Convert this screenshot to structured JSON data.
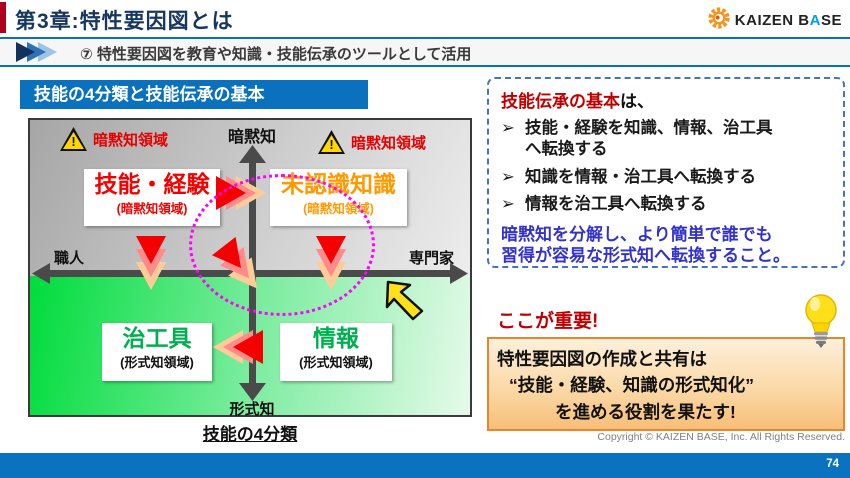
{
  "header": {
    "title": "第3章:特性要因図とは",
    "logo": {
      "part1": "KAIZEN B",
      "accent_letter": "A",
      "part2": "SE"
    }
  },
  "banner": {
    "text": "⑦ 特性要因図を教育や知識・技能伝承のツールとして活用"
  },
  "diagram": {
    "title": "技能の4分類と技能伝承の基本",
    "caption": "技能の4分類",
    "axis": {
      "top": "暗黙知",
      "bottom": "形式知",
      "left": "職人",
      "right": "専門家"
    },
    "warning": {
      "mark": "!",
      "left_label": "暗黙知領域",
      "right_label": "暗黙知領域"
    },
    "quadrants": {
      "skill": {
        "title": "技能・経験",
        "subtitle": "(暗黙知領域)"
      },
      "unrecognized": {
        "title": "未認識知識",
        "subtitle": "(暗黙知領域)"
      },
      "jigs": {
        "title": "治工具",
        "subtitle": "(形式知領域)"
      },
      "information": {
        "title": "情報",
        "subtitle": "(形式知領域)"
      }
    }
  },
  "info_box": {
    "lead_red": "技能伝承の基本",
    "lead_rest": "は、",
    "bullet_char": "➢",
    "bullets": [
      "技能・経験を知識、情報、治工具\nへ転換する",
      "知識を情報・治工具へ転換する",
      "情報を治工具へ転換する"
    ],
    "note": "暗黙知を分解し、より簡単で誰でも\n習得が容易な形式知へ転換すること。"
  },
  "important": {
    "label": "ここが重要!",
    "line1": "特性要因図の作成と共有は",
    "line2": "“技能・経験、知識の形式知化”",
    "line3": "を進める役割を果たす!"
  },
  "footer": {
    "copyright": "Copyright ©  KAIZEN BASE, Inc.  All Rights Reserved.",
    "page": "74"
  },
  "colors": {
    "brand_blue": "#0971BE",
    "header_navy": "#17375E",
    "accent_red": "#C00000",
    "diagram_red": "#F50000",
    "diagram_orange": "#FF9900",
    "diagram_green": "#00B050",
    "note_blue": "#3333CC",
    "ellipse_magenta": "#FF00FF",
    "orange_box_border": "#E8862D"
  }
}
